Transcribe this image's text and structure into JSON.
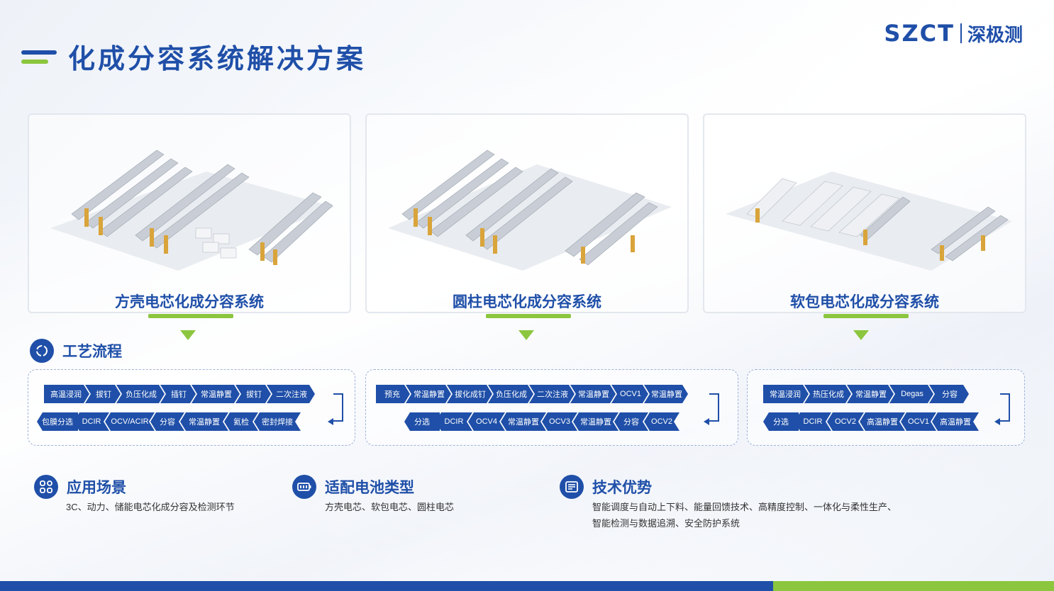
{
  "header": {
    "title": "化成分容系统解决方案",
    "logo_latin": "SZCT",
    "logo_cn": "深极测"
  },
  "colors": {
    "brand_blue": "#1f4fa8",
    "accent_green": "#8cc63f"
  },
  "cards": [
    {
      "title": "方壳电芯化成分容系统"
    },
    {
      "title": "圆柱电芯化成分容系统"
    },
    {
      "title": "软包电芯化成分容系统"
    }
  ],
  "process": {
    "heading": "工艺流程",
    "icon": "cycle-icon",
    "flows": [
      {
        "row1": [
          "高温浸润",
          "拔钉",
          "负压化成",
          "插钉",
          "常温静置",
          "拔钉",
          "二次注液"
        ],
        "row2": [
          "包膜分选",
          "DCIR",
          "OCV/ACIR",
          "分容",
          "常温静置",
          "氦检",
          "密封焊接"
        ]
      },
      {
        "row1": [
          "预充",
          "常温静置",
          "拔化成钉",
          "负压化成",
          "二次注液",
          "常温静置",
          "OCV1",
          "常温静置"
        ],
        "row2": [
          "分选",
          "DCIR",
          "OCV4",
          "常温静置",
          "OCV3",
          "常温静置",
          "分容",
          "OCV2"
        ]
      },
      {
        "row1": [
          "常温浸润",
          "热压化成",
          "常温静置",
          "Degas",
          "分容"
        ],
        "row2": [
          "分选",
          "DCIR",
          "OCV2",
          "高温静置",
          "OCV1",
          "高温静置"
        ]
      }
    ]
  },
  "info": {
    "scene": {
      "heading": "应用场景",
      "icon": "grid-apps-icon",
      "text": "3C、动力、储能电芯化成分容及检测环节"
    },
    "battery": {
      "heading": "适配电池类型",
      "icon": "battery-icon",
      "text": "方壳电芯、软包电芯、圆柱电芯"
    },
    "tech": {
      "heading": "技术优势",
      "icon": "document-list-icon",
      "line1": "智能调度与自动上下料、能量回馈技术、高精度控制、一体化与柔性生产、",
      "line2": "智能检测与数据追溯、安全防护系统"
    }
  }
}
